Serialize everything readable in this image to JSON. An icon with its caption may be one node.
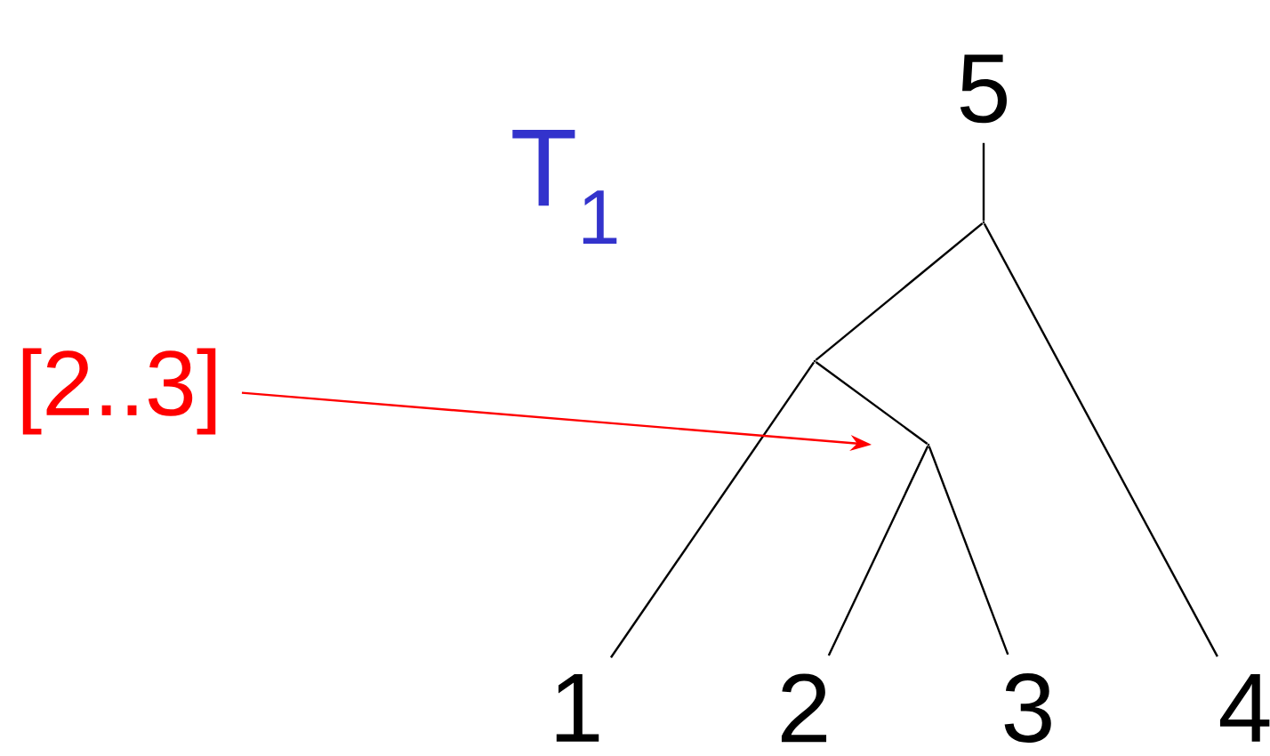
{
  "diagram": {
    "nodes": [
      {
        "text": [
          "5"
        ]
      },
      {
        "text": [],
        "shape": "point"
      },
      {
        "text": [],
        "shape": "point"
      },
      {
        "text": [],
        "shape": "point"
      },
      {
        "text": [
          "1"
        ]
      },
      {
        "text": [
          "2"
        ]
      },
      {
        "text": [
          "3"
        ]
      },
      {
        "text": [
          "4"
        ]
      },
      {
        "text": [
          "[2..3]"
        ]
      }
    ],
    "edges": [
      {
        "from": 0,
        "to": 1,
        "arrow": "none"
      },
      {
        "from": 1,
        "to": 2,
        "arrow": "none"
      },
      {
        "from": 1,
        "to": 7,
        "arrow": "none"
      },
      {
        "from": 2,
        "to": 4,
        "arrow": "none"
      },
      {
        "from": 2,
        "to": 3,
        "arrow": "none"
      },
      {
        "from": 3,
        "to": 5,
        "arrow": "none"
      },
      {
        "from": 3,
        "to": 6,
        "arrow": "none"
      },
      {
        "from": 8,
        "to": null,
        "arrow": "to",
        "color": "#ff0000"
      }
    ],
    "labels": [
      "T$_{1}$"
    ]
  }
}
